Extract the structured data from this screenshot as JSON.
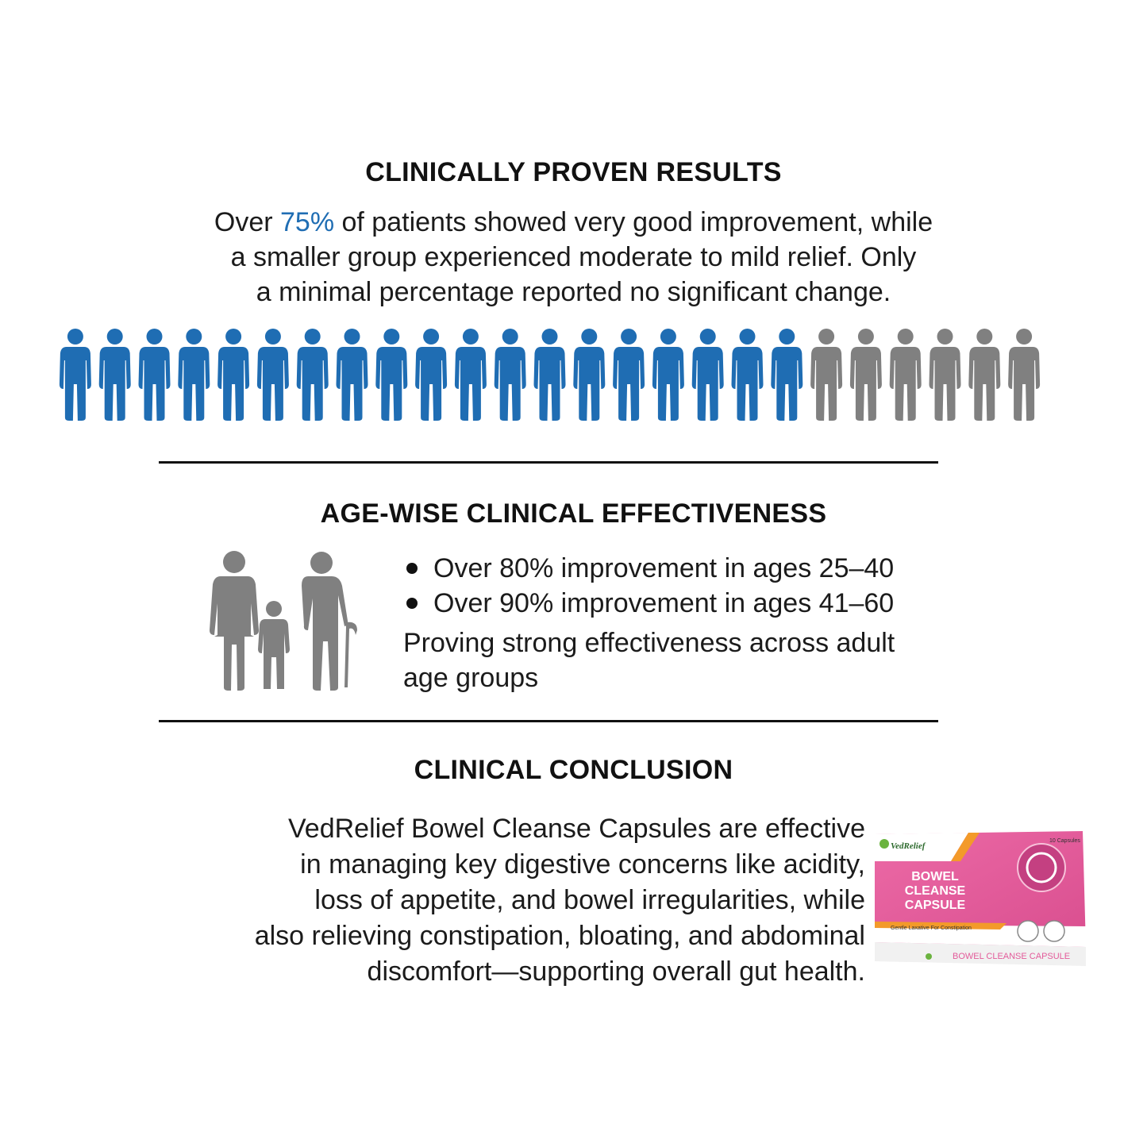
{
  "section1": {
    "heading": "CLINICALLY PROVEN RESULTS",
    "lines": [
      {
        "before": "Over ",
        "highlight": "75%",
        "after": " of patients showed very good improvement, while"
      },
      {
        "text": "a smaller group experienced moderate to mild relief. Only"
      },
      {
        "text": "a minimal percentage reported no significant change."
      }
    ],
    "people": {
      "total": 25,
      "highlighted": 19,
      "highlight_color": "#1f6db3",
      "other_color": "#808080"
    }
  },
  "section2": {
    "heading": "AGE-WISE CLINICAL EFFECTIVENESS",
    "bullets": [
      "Over 80% improvement in ages 25–40",
      "Over 90% improvement in ages 41–60"
    ],
    "note_lines": [
      "Proving strong effectiveness across adult",
      "age groups"
    ],
    "icon": "family-icon"
  },
  "section3": {
    "heading": "CLINICAL CONCLUSION",
    "lines": [
      "VedRelief Bowel Cleanse Capsules are effective",
      "in managing key digestive concerns like acidity,",
      "loss of appetite, and bowel irregularities, while",
      "also relieving constipation, bloating, and abdominal",
      "discomfort—supporting overall gut health."
    ]
  },
  "product_box": {
    "brand": "VedRelief",
    "count": "10 Capsules",
    "title_lines": [
      "BOWEL",
      "CLEANSE",
      "CAPSULE"
    ],
    "tagline": "Gentle Laxative For Constipation",
    "side_label": "BOWEL CLEANSE CAPSULE",
    "colors": {
      "pink": "#e35b9a",
      "orange": "#f39a2a",
      "white": "#ffffff"
    }
  },
  "colors": {
    "accent": "#1f6db3",
    "gray": "#808080",
    "text": "#1b1b1b"
  }
}
